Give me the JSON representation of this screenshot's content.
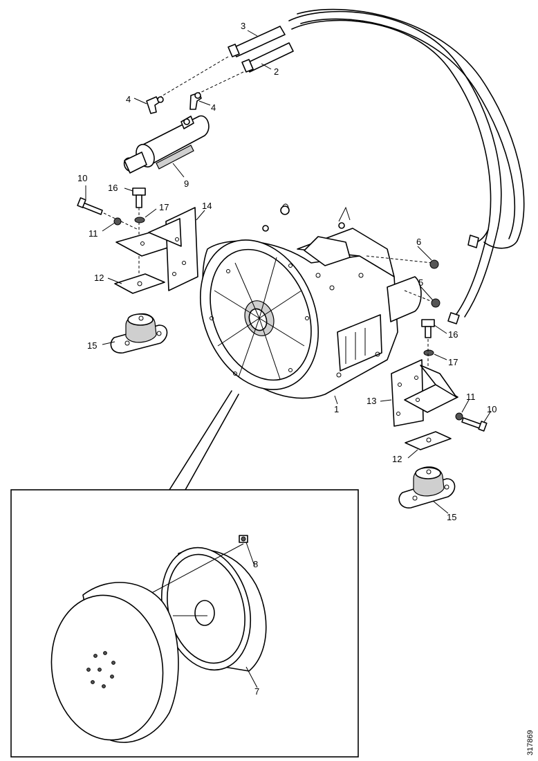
{
  "callouts": [
    {
      "id": "c3",
      "text": "3"
    },
    {
      "id": "c2",
      "text": "2"
    },
    {
      "id": "c4a",
      "text": "4"
    },
    {
      "id": "c4b",
      "text": "4"
    },
    {
      "id": "c9",
      "text": "9"
    },
    {
      "id": "c10a",
      "text": "10"
    },
    {
      "id": "c16a",
      "text": "16"
    },
    {
      "id": "c17a",
      "text": "17"
    },
    {
      "id": "c14",
      "text": "14"
    },
    {
      "id": "c11a",
      "text": "11"
    },
    {
      "id": "c12a",
      "text": "12"
    },
    {
      "id": "c15a",
      "text": "15"
    },
    {
      "id": "c6",
      "text": "6"
    },
    {
      "id": "c5",
      "text": "5"
    },
    {
      "id": "c16b",
      "text": "16"
    },
    {
      "id": "c17b",
      "text": "17"
    },
    {
      "id": "c1",
      "text": "1"
    },
    {
      "id": "c13",
      "text": "13"
    },
    {
      "id": "c11b",
      "text": "11"
    },
    {
      "id": "c10b",
      "text": "10"
    },
    {
      "id": "c12b",
      "text": "12"
    },
    {
      "id": "c15b",
      "text": "15"
    },
    {
      "id": "c8",
      "text": "8"
    },
    {
      "id": "c7",
      "text": "7"
    }
  ],
  "figure_id": "317869"
}
